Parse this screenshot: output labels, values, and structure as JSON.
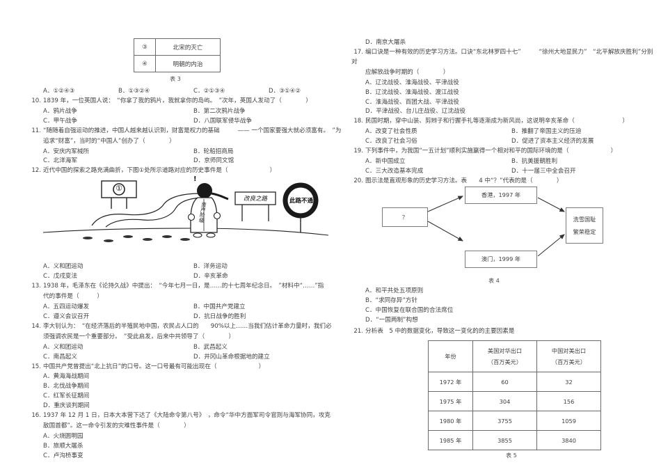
{
  "table3": {
    "rows": [
      {
        "index": "③",
        "value": "北宋的灭亡"
      },
      {
        "index": "④",
        "value": "明朝的内治"
      }
    ],
    "caption": "表 3"
  },
  "questions": [
    {
      "num": "",
      "text": "",
      "options": [
        "A．①②④③",
        "B．①③②④",
        "C．②①③④",
        "D．③①④②"
      ],
      "layout": "opt-4"
    },
    {
      "num": "10.",
      "text": "1839 年，一位英国人说：　“你拿了我的鸦片，我就拿你的岛屿。　”次年，英国人发动了（　　　　）",
      "options": [
        "A．鸦片战争",
        "B．第二次鸦片战争",
        "C．甲午战争",
        "D．八国联军侵华战争"
      ],
      "layout": "opt-2"
    },
    {
      "num": "11.",
      "text": "“随随着自强运动的推进，中国人越来越认识到，财富是权力的基础　　　—— 一个国家要强大就必须富有。　”为",
      "text2": "追求“财富”，当时的“中国人”创办了（　　　　）",
      "options": [
        "A．安庆内军械所",
        "B．轮船招商局",
        "C．北洋海军",
        "D．京师同文馆"
      ],
      "layout": "opt-2"
    },
    {
      "num": "12.",
      "text": "近代中国的探索之路充满曲折，下图①处所示道路对应的历史事件是（　　　　　　　）",
      "options": [
        "A．义和团运动",
        "B．洋务运动",
        "C．戊戌变法",
        "D．辛亥革命"
      ],
      "layout": "opt-2"
    },
    {
      "num": "13.",
      "text": "1938 年，毛泽东在《论持久战》中提出：　“今年七月一日，是……的十七周年纪念日。　”材料中“……”指",
      "text2": "代的事件是（　　　）",
      "options": [
        "A．五四运动爆发",
        "B．中国共产党建立",
        "C．遵义会议召开",
        "D．抗日战争的胜利"
      ],
      "layout": "opt-2"
    },
    {
      "num": "14.",
      "text": "李大钊认为：　“在经济落后的半殖民地中国，农民占人口的　　90%以上……当我们估计革命力量时，我们必",
      "text2": "须强调农民是一个重要部分。　”受此启发，后来中共领导了（　　　　）",
      "options": [
        "A．义和团运动",
        "B．武昌起义",
        "C．南昌起义",
        "D．井冈山革命根据地的建立"
      ],
      "layout": "opt-2"
    },
    {
      "num": "15.",
      "text": "中国共产党曾提出“北上抗日”的口号。这一口号最有可能出现在（　　　　　　　）",
      "options": [
        "A．黄海海战期间",
        "B．北伐战争期间",
        "C．红军长征期间",
        "D．重庆谈判期间"
      ],
      "layout": "opt-1"
    },
    {
      "num": "16.",
      "text": "1937 年 12 月 1 日，日本大本营下达了《大陆命令第八号》　，命令“华中方面军司令官则与海军协同，攻克",
      "text2": "敌国首都”。这一命令引发的灾难性事件是（　　　　）",
      "options": [
        "A．火烧圆明园",
        "B．旅顺大屠杀",
        "C．卢沟桥事变"
      ],
      "layout": "opt-1"
    }
  ],
  "questions_right": [
    {
      "num": "",
      "text": "",
      "options": [
        "D．南京大屠杀"
      ],
      "layout": "opt-1"
    },
    {
      "num": "17.",
      "text": "编口诀是一种有效的历史学习方法。口诀“东北林罗四十七”　　　“徐州大地显民力”　“北平解放庆胜利”分别对",
      "text2": "应解放战争时期的（　　　　）",
      "options": [
        "A．辽沈战役、淮海战役、平津战役",
        "B．辽沈战役、淮海战役、渡江战役",
        "C．淮海战役、百团大战、平津战役",
        "D．平津战役、台儿庄战役、辽沈战役"
      ],
      "layout": "opt-1"
    },
    {
      "num": "18.",
      "text": "民国时期，穿中山装、剪辫子和行握手礼等逐渐成为新风尚，这说明辛亥革命（　　　　　　　　）",
      "options": [
        "A．改变了社会性质",
        "B．推翻了帝国主义的压迫",
        "C．改良了社会习俗",
        "D．促进了资本主义经济的发展"
      ],
      "layout": "opt-2"
    },
    {
      "num": "19.",
      "text": "下列事件中，为我国“一五计划”顺利实施赢得一个相对和平的国际环境的是（　　　　　　　）",
      "options": [
        "A．新中国成立",
        "B．抗美援朝胜利",
        "C．三大改造基本完成",
        "D．十一届三中全会召开"
      ],
      "layout": "opt-2"
    },
    {
      "num": "20.",
      "text": "图示法是直观形象的历史学习方法。表　　4 中“？”代表的是（　　　　）",
      "options": [
        "A．和平共处五项原则",
        "B．“求同存异”方针",
        "C．中国恢复在联合国的合法席位",
        "D．“一国两制”构想"
      ],
      "layout": "opt-1"
    },
    {
      "num": "21.",
      "text": "分析表　5 中的数据变化，导致这一变化的的主要因素是",
      "options": [],
      "layout": "opt-1"
    }
  ],
  "cartoon": {
    "sign_number": "①",
    "figure_label": "资产阶级",
    "sign_reform": "改良之路",
    "sign_blocked": "此路不通",
    "exclamation": "!"
  },
  "flow": {
    "source": "？",
    "branch_top": "香港，1997 年",
    "branch_bottom": "澳门，1999 年",
    "result_line1": "洗雪国耻",
    "result_line2": "繁荣稳定",
    "caption": "表 4"
  },
  "table5": {
    "headers": [
      "年份",
      "美国对华出口\n（百万美元）",
      "中国对美出口\n（百万美元）"
    ],
    "header_year": "年份",
    "header_us_line1": "美国对华出口",
    "header_us_line2": "（百万美元）",
    "header_cn_line1": "中国对美出口",
    "header_cn_line2": "（百万美元）",
    "rows": [
      {
        "year": "1972 年",
        "us_exports": "60",
        "cn_exports": "32"
      },
      {
        "year": "1975 年",
        "us_exports": "304",
        "cn_exports": "156"
      },
      {
        "year": "1980 年",
        "us_exports": "3755",
        "cn_exports": "1059"
      },
      {
        "year": "1985 年",
        "us_exports": "3855",
        "cn_exports": "3840"
      }
    ],
    "caption": "表 5"
  }
}
